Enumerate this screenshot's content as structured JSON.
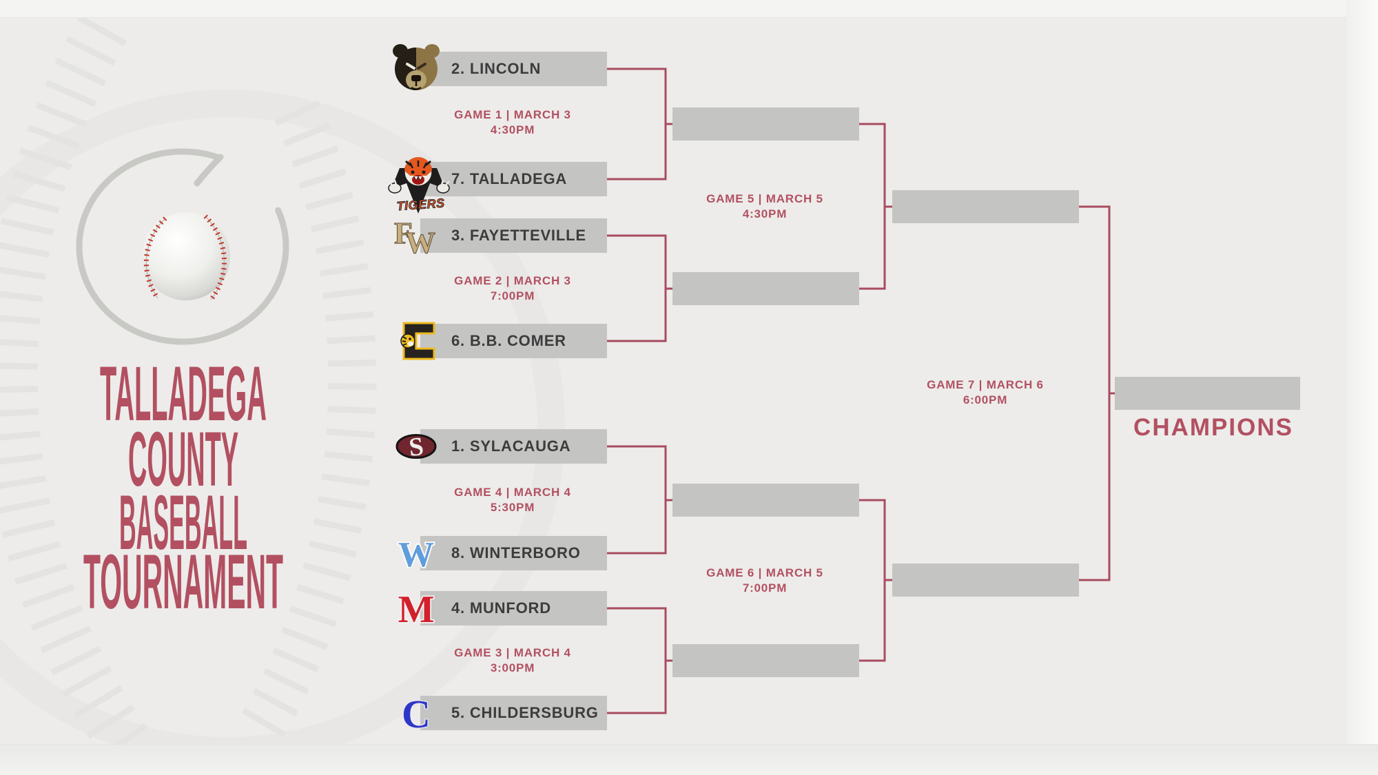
{
  "page": {
    "kind": "tournament-bracket-graphic"
  },
  "title": {
    "lines": [
      "TALLADEGA",
      "COUNTY",
      "BASEBALL",
      "TOURNAMENT"
    ]
  },
  "bracket": {
    "teams": [
      {
        "seed": "2",
        "name": "LINCOLN",
        "display": "2. LINCOLN",
        "logo": "bear-icon"
      },
      {
        "seed": "7",
        "name": "TALLADEGA",
        "display": "7. TALLADEGA",
        "logo": "tiger-icon",
        "logo_text": "TIGERS"
      },
      {
        "seed": "3",
        "name": "FAYETTEVILLE",
        "display": "3. FAYETTEVILLE",
        "logo": "fw-monogram-icon",
        "monogram": "FW"
      },
      {
        "seed": "6",
        "name": "B.B. COMER",
        "display": "6. B.B. COMER",
        "logo": "block-c-tiger-icon",
        "monogram": "C"
      },
      {
        "seed": "1",
        "name": "SYLACAUGA",
        "display": "1. SYLACAUGA",
        "logo": "s-oval-icon",
        "monogram": "S"
      },
      {
        "seed": "8",
        "name": "WINTERBORO",
        "display": "8. WINTERBORO",
        "logo": "w-letter-icon",
        "monogram": "W"
      },
      {
        "seed": "4",
        "name": "MUNFORD",
        "display": "4. MUNFORD",
        "logo": "m-letter-icon",
        "monogram": "M"
      },
      {
        "seed": "5",
        "name": "CHILDERSBURG",
        "display": "5. CHILDERSBURG",
        "logo": "c-letter-icon",
        "monogram": "C"
      }
    ],
    "games": [
      {
        "id": "game-1",
        "label": "GAME 1 | MARCH 3",
        "time": "4:30PM"
      },
      {
        "id": "game-2",
        "label": "GAME 2 | MARCH 3",
        "time": "7:00PM"
      },
      {
        "id": "game-3",
        "label": "GAME 3 | MARCH 4",
        "time": "3:00PM"
      },
      {
        "id": "game-4",
        "label": "GAME 4 | MARCH 4",
        "time": "5:30PM"
      },
      {
        "id": "game-5",
        "label": "GAME 5 | MARCH 5",
        "time": "4:30PM"
      },
      {
        "id": "game-6",
        "label": "GAME 6 | MARCH 5",
        "time": "7:00PM"
      },
      {
        "id": "game-7",
        "label": "GAME 7 | MARCH 6",
        "time": "6:00PM"
      }
    ],
    "champions_label": "CHAMPIONS"
  },
  "decoration": [
    "baseball-icon",
    "swoosh-icon",
    "baseball-stitch-watermark"
  ],
  "colors": {
    "background": "#edecea",
    "bar_gray": "#c4c4c3",
    "accent_maroon": "#b25061",
    "connector_maroon": "#a84c5f",
    "team_text": "#3c3c3c",
    "lincoln_gold": "#8c7444",
    "talladega_orange": "#e4581f",
    "fayetteville_tan": "#c9ae80",
    "comer_gold": "#edb91f",
    "sylacauga_maroon": "#71252f",
    "winterboro_blue": "#5f9ddb",
    "munford_red": "#d2202c",
    "childersburg_blue": "#2e36c8"
  }
}
